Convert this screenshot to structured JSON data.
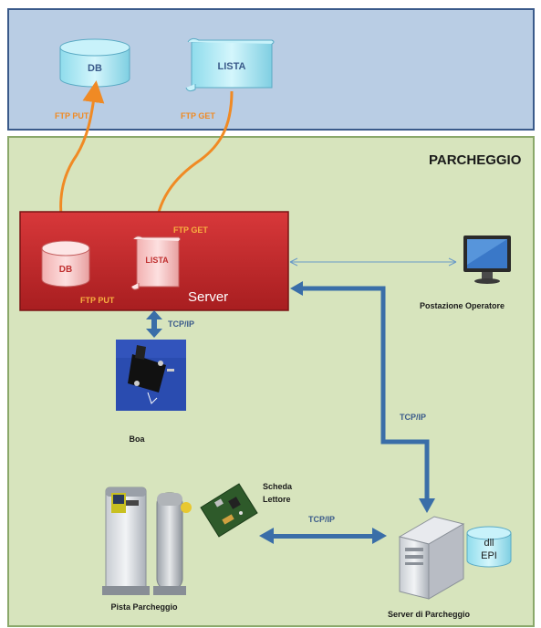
{
  "zones": {
    "top_zone": {
      "fill": "#b9cde4",
      "border": "#3a5a8a"
    },
    "parking_zone": {
      "title": "PARCHEGGIO",
      "fill": "#d7e4bd",
      "border": "#8aa86a"
    }
  },
  "labels": {
    "db_top": "DB",
    "lista_top": "LISTA",
    "ftp_put_top": "FTP PUT",
    "ftp_get_top": "FTP GET",
    "db_server": "DB",
    "lista_server": "LISTA",
    "ftp_get_server": "FTP GET",
    "ftp_put_server": "FTP PUT",
    "server": "Server",
    "tcpip_boa": "TCP/IP",
    "boa": "Boa",
    "postazione": "Postazione Operatore",
    "tcpip_right": "TCP/IP",
    "scheda_1": "Scheda",
    "scheda_2": "Lettore",
    "tcpip_bottom": "TCP/IP",
    "pista": "Pista Parcheggio",
    "server_parcheggio": "Server di Parcheggio",
    "dll_1": "dll",
    "dll_2": "EPI"
  },
  "colors": {
    "ftp_orange": "#f08a24",
    "tcp_blue": "#3a6ea8",
    "server_red": "#c0282a",
    "cylinder_cyan": "#a8e6f2"
  }
}
